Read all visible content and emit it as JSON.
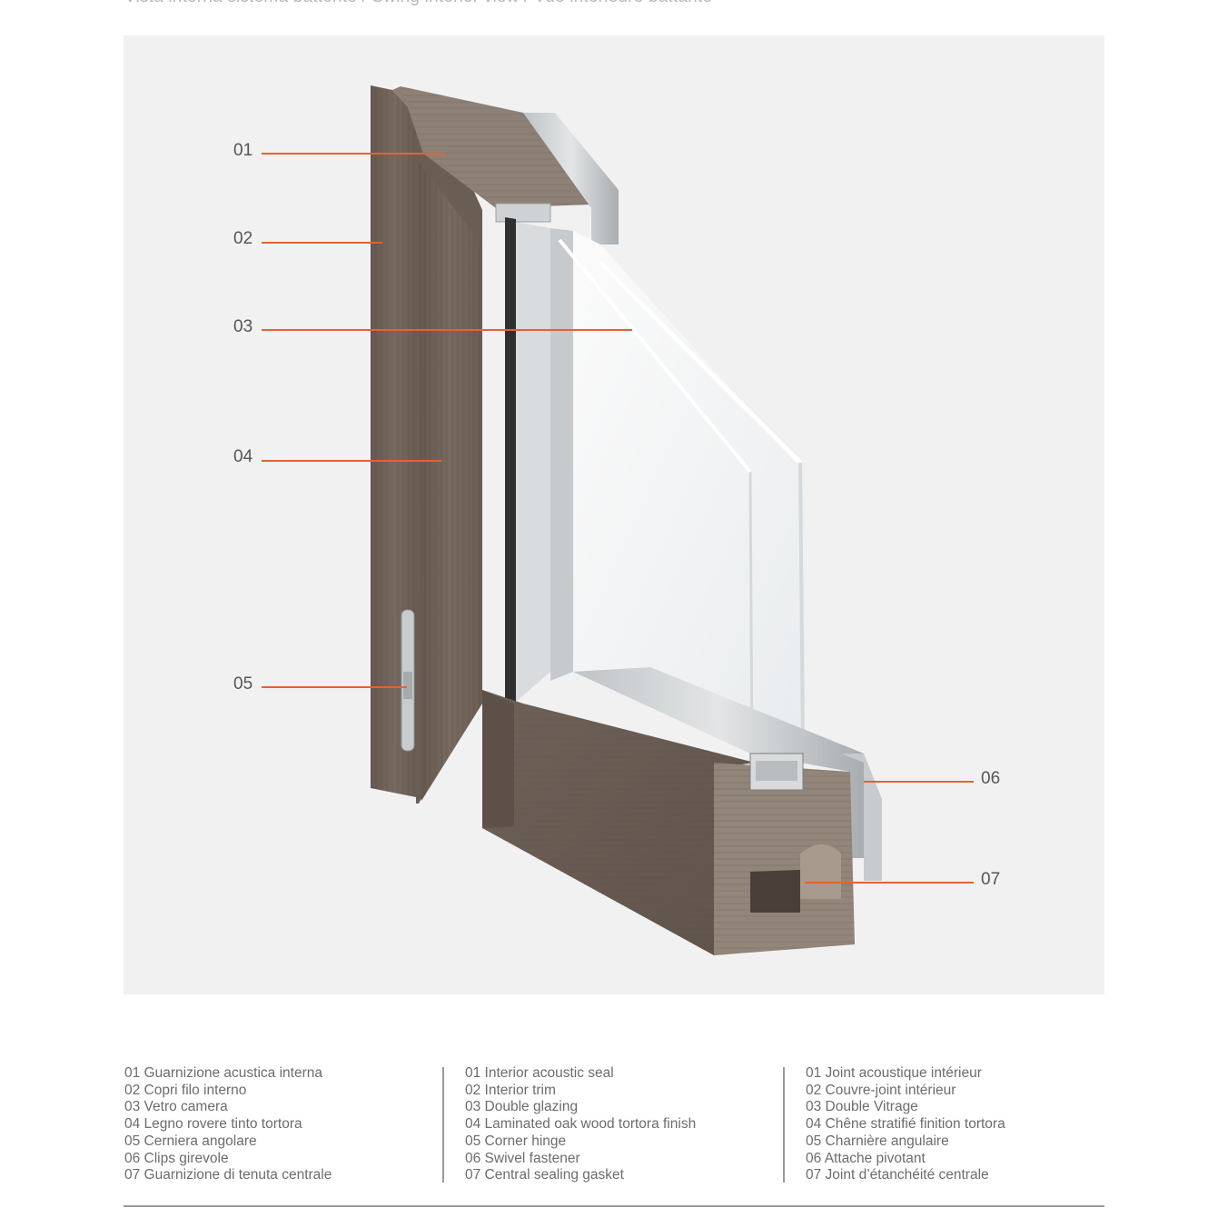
{
  "header": {
    "text": "Vista interna sistema battente / Swing interior view / Vue intérieure battante"
  },
  "figure": {
    "accent_color": "#e8622a",
    "wood_color": "#6f6259",
    "callouts": [
      "01",
      "02",
      "03",
      "04",
      "05",
      "06",
      "07"
    ]
  },
  "legend": {
    "it": [
      "01 Guarnizione acustica interna",
      "02 Copri filo interno",
      "03 Vetro camera",
      "04 Legno rovere tinto tortora",
      "05 Cerniera angolare",
      "06 Clips girevole",
      "07 Guarnizione di tenuta centrale"
    ],
    "en": [
      "01 Interior acoustic seal",
      "02 Interior trim",
      "03 Double glazing",
      "04 Laminated oak wood tortora finish",
      "05 Corner hinge",
      "06 Swivel fastener",
      "07 Central sealing gasket"
    ],
    "fr": [
      "01 Joint acoustique intérieur",
      "02 Couvre-joint intérieur",
      "03 Double Vitrage",
      "04 Chêne stratifié finition tortora",
      "05 Charnière angulaire",
      "06 Attache pivotant",
      "07 Joint d’étanchéité centrale"
    ]
  }
}
